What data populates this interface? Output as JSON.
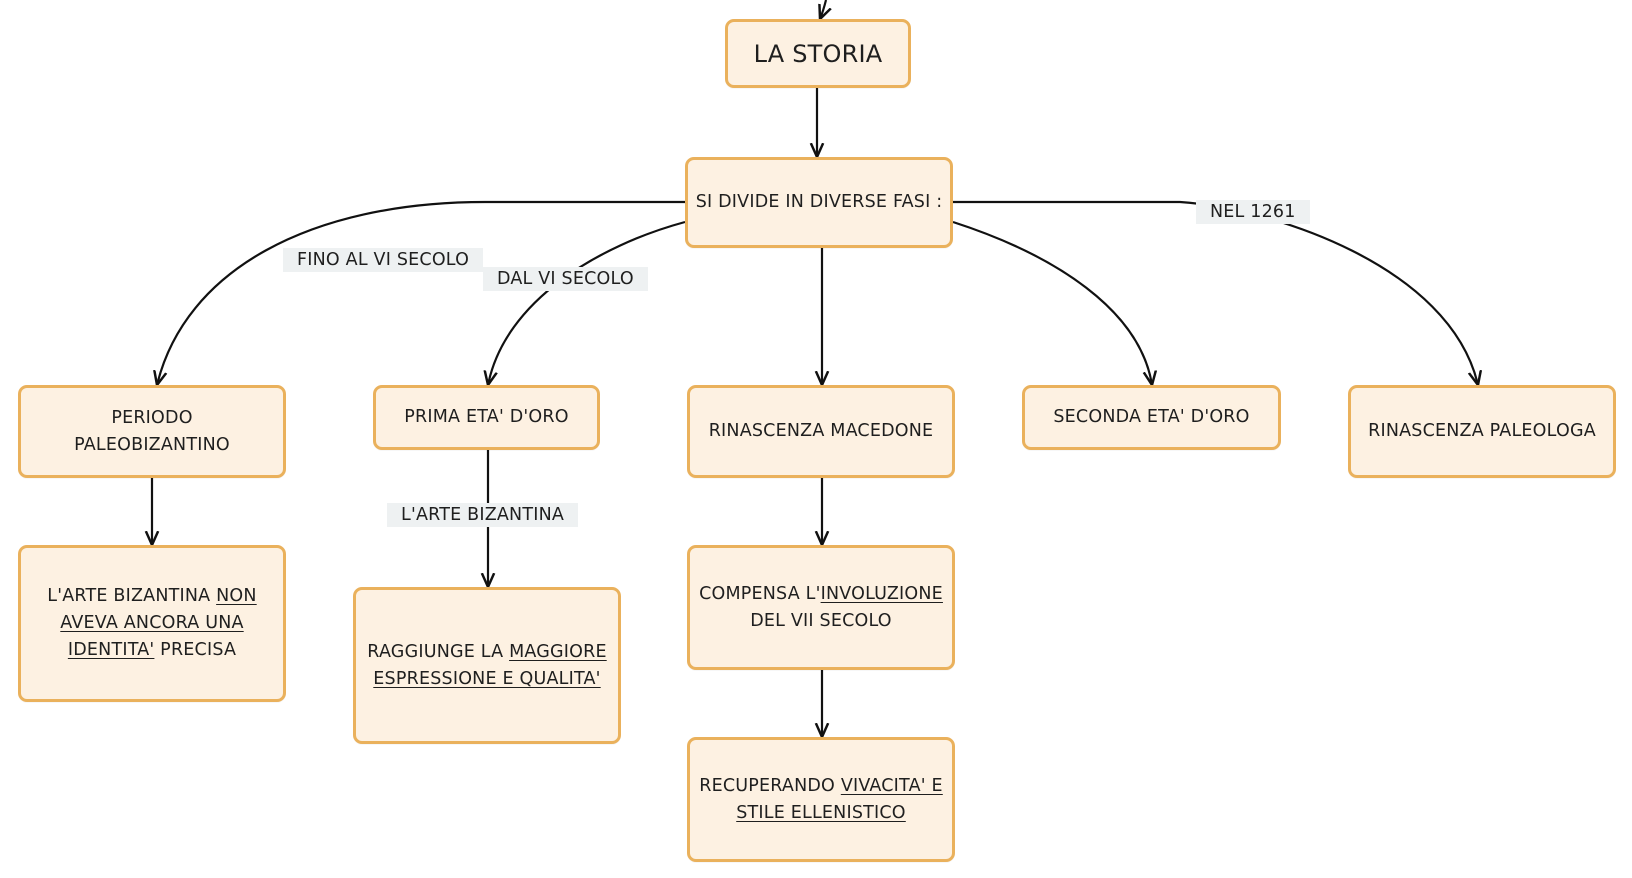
{
  "nodes": {
    "storia": {
      "parts": [
        {
          "t": "LA STORIA"
        }
      ]
    },
    "fasi": {
      "parts": [
        {
          "t": "SI DIVIDE IN DIVERSE FASI :"
        }
      ]
    },
    "paleobizantino": {
      "parts": [
        {
          "t": "PERIODO PALEOBIZANTINO"
        }
      ]
    },
    "prima_eta": {
      "parts": [
        {
          "t": "PRIMA ETA' D'ORO"
        }
      ]
    },
    "rinascenza_macedone": {
      "parts": [
        {
          "t": "RINASCENZA MACEDONE"
        }
      ]
    },
    "seconda_eta": {
      "parts": [
        {
          "t": "SECONDA ETA' D'ORO"
        }
      ]
    },
    "rinascenza_paleologa": {
      "parts": [
        {
          "t": "RINASCENZA PALEOLOGA"
        }
      ]
    },
    "identita": {
      "parts": [
        {
          "t": "L'ARTE BIZANTINA "
        },
        {
          "t": "NON AVEVA ANCORA UNA IDENTITA'",
          "u": true
        },
        {
          "t": " PRECISA"
        }
      ]
    },
    "espressione": {
      "parts": [
        {
          "t": "RAGGIUNGE LA "
        },
        {
          "t": "MAGGIORE ESPRESSIONE E QUALITA'",
          "u": true
        }
      ]
    },
    "involuzione": {
      "parts": [
        {
          "t": "COMPENSA L'"
        },
        {
          "t": "INVOLUZIONE",
          "u": true
        },
        {
          "t": " DEL VII SECOLO"
        }
      ]
    },
    "vivacita": {
      "parts": [
        {
          "t": "RECUPERANDO "
        },
        {
          "t": "VIVACITA' E STILE ELLENISTICO",
          "u": true
        }
      ]
    }
  },
  "edge_labels": {
    "fino_al_vi": "FINO AL VI SECOLO",
    "dal_vi": "DAL VI SECOLO",
    "nel_1261": "NEL 1261",
    "arte_bizantina": "L'ARTE BIZANTINA"
  },
  "colors": {
    "node_fill": "#fdf1e2",
    "node_border": "#eab15c",
    "edge": "#111111",
    "label_bg": "#eef1f2"
  }
}
